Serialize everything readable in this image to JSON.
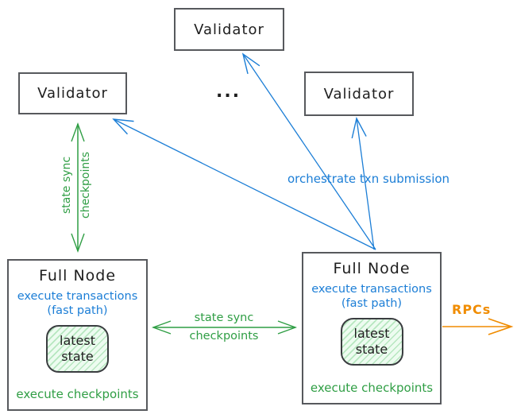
{
  "diagram": {
    "validators": {
      "top": "Validator",
      "left": "Validator",
      "right": "Validator",
      "ellipsis": "..."
    },
    "full_node_left": {
      "title": "Full Node",
      "exec_line1": "execute transactions",
      "exec_line2": "(fast path)",
      "state_line1": "latest",
      "state_line2": "state",
      "footer": "execute checkpoints"
    },
    "full_node_right": {
      "title": "Full Node",
      "exec_line1": "execute transactions",
      "exec_line2": "(fast path)",
      "state_line1": "latest",
      "state_line2": "state",
      "footer": "execute checkpoints"
    },
    "labels": {
      "state_sync_vertical_line1": "state sync",
      "state_sync_vertical_line2": "checkpoints",
      "state_sync_horizontal_line1": "state sync",
      "state_sync_horizontal_line2": "checkpoints",
      "orchestrate": "orchestrate txn submission",
      "rpcs": "RPCs"
    },
    "colors": {
      "blue": "#1c7ed6",
      "green": "#2f9e44",
      "orange": "#f08c00",
      "box_border": "#57595d",
      "text": "#1e1e1e"
    }
  }
}
